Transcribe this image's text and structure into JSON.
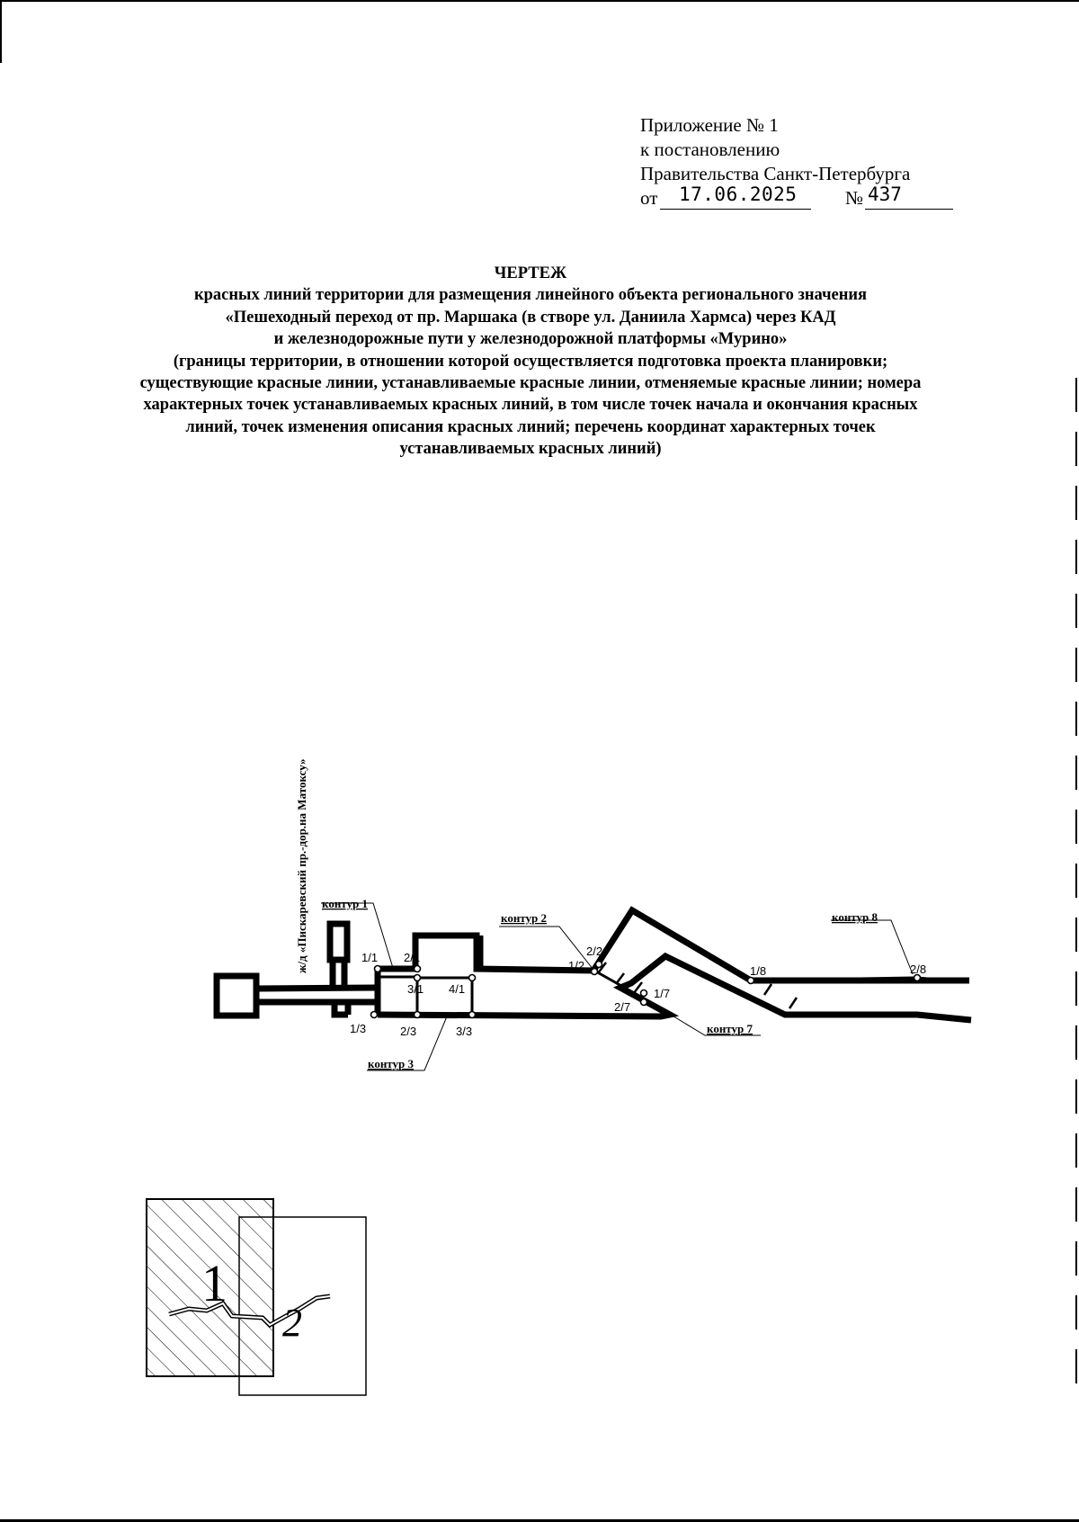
{
  "appendix": {
    "line1": "Приложение № 1",
    "line2": "к постановлению",
    "line3": "Правительства Санкт-Петербурга",
    "ot_label": "от",
    "date": "17.06.2025",
    "no_label": "№",
    "number": "437"
  },
  "title": {
    "heading": "ЧЕРТЕЖ",
    "lines": [
      "красных линий территории для размещения линейного объекта регионального значения",
      "«Пешеходный переход от пр. Маршака (в створе ул. Даниила Хармса) через КАД",
      "и  железнодорожные пути у железнодорожной платформы «Мурино»",
      "(границы территории, в отношении которой осуществляется подготовка проекта планировки;",
      "существующие красные линии, устанавливаемые красные линии, отменяемые красные линии; номера",
      "характерных точек устанавливаемых красных линий, в том числе точек начала и окончания красных",
      "линий, точек изменения описания красных линий; перечень координат характерных точек",
      "устанавливаемых красных линий)"
    ]
  },
  "drawing": {
    "railway_label": "ж/д «Пискаревский пр.-дор.на Матоксу»",
    "contours": {
      "c1": "контур 1",
      "c2": "контур 2",
      "c3": "контур 3",
      "c7": "контур 7",
      "c8": "контур 8"
    },
    "points": {
      "p1_1": "1/1",
      "p2_1": "2/1",
      "p3_1": "3/1",
      "p4_1": "4/1",
      "p1_3": "1/3",
      "p2_3": "2/3",
      "p3_3": "3/3",
      "p1_2": "1/2",
      "p2_2": "2/2",
      "p1_7": "1/7",
      "p2_7": "2/7",
      "p1_8": "1/8",
      "p2_8": "2/8"
    }
  },
  "index_map": {
    "sheet1": "1",
    "sheet2": "2"
  }
}
